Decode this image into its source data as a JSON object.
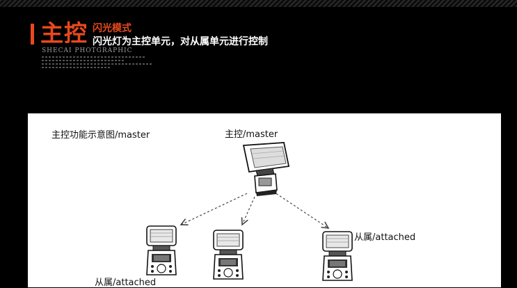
{
  "header": {
    "title": "主控",
    "mode_label": "闪光模式",
    "mode_desc": "闪光灯为主控单元，对从属单元进行控制",
    "brand": "SHECAI PHOTGRAPHIC"
  },
  "diagram": {
    "caption": "主控功能示意图/master",
    "master_label": "主控/master",
    "attached_label": "从属/attached"
  },
  "colors": {
    "accent": "#e8491d",
    "background": "#000000",
    "panel": "#ffffff"
  },
  "icons": [
    "master-flash-icon",
    "slave-flash-icon"
  ]
}
